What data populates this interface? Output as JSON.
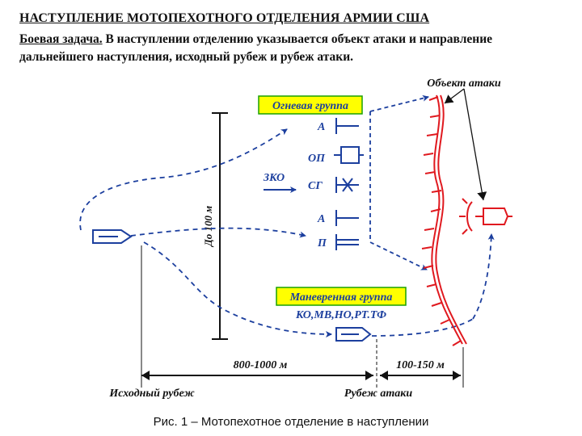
{
  "title": "НАСТУПЛЕНИЕ МОТОПЕХОТНОГО ОТДЕЛЕНИЯ АРМИИ США",
  "task": {
    "lead": "Боевая задача.",
    "text": " В наступлении отделению указывается объект атаки и направление дальнейшего наступления, исходный рубеж и рубеж атаки."
  },
  "diagram": {
    "fire_group": "Огневая группа",
    "maneuver_group": "Маневренная группа",
    "maneuver_roles": "КО,МВ,НО,РТ.ТФ",
    "attack_object": "Объект атаки",
    "zko": "ЗКО",
    "sym_a1": "А",
    "sym_op": "ОП",
    "sym_sg": "СГ",
    "sym_a2": "А",
    "sym_p": "П",
    "depth": "До 100 м",
    "dist_main": "800-1000  м",
    "dist_attack": "100-150 м",
    "start_line": "Исходный рубеж",
    "attack_line": "Рубеж атаки"
  },
  "caption": "Рис. 1 – Мотопехотное отделение в наступлении",
  "colors": {
    "blue": "#1c3f9e",
    "red": "#e0191f",
    "yellow": "#ffff00",
    "green": "#18a000"
  }
}
